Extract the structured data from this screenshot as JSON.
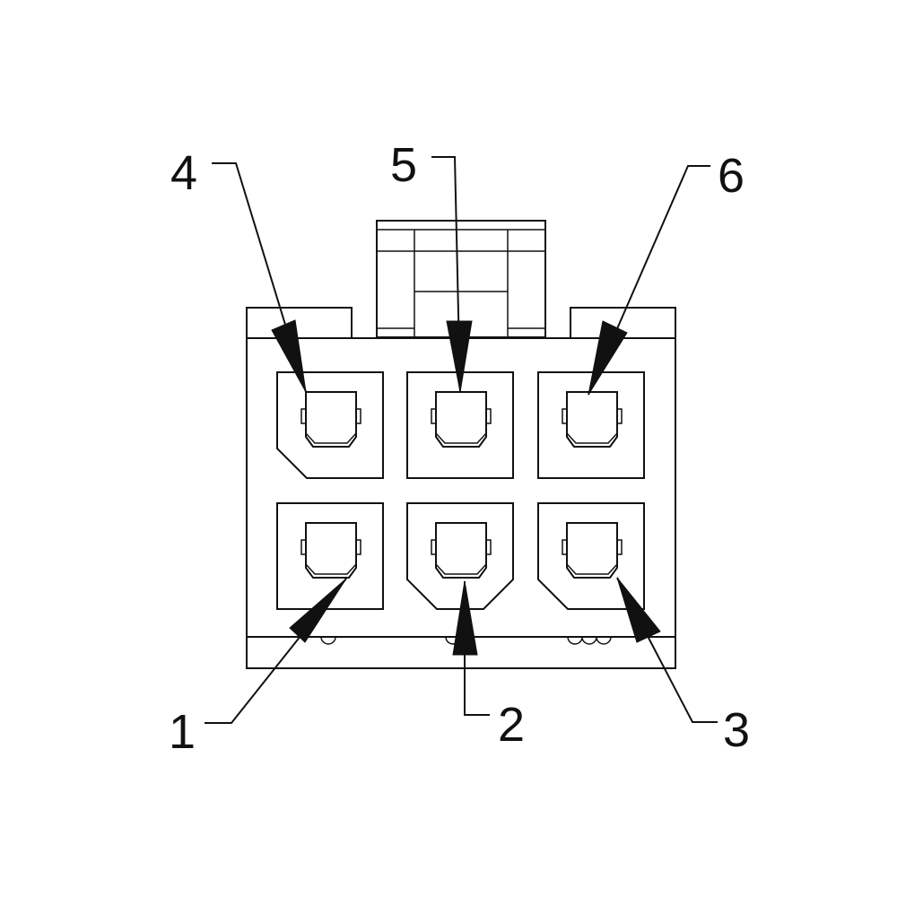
{
  "pins": [
    {
      "number": "1"
    },
    {
      "number": "2"
    },
    {
      "number": "3"
    },
    {
      "number": "4"
    },
    {
      "number": "5"
    },
    {
      "number": "6"
    }
  ],
  "colors": {
    "line": "#111111",
    "background": "#ffffff"
  }
}
